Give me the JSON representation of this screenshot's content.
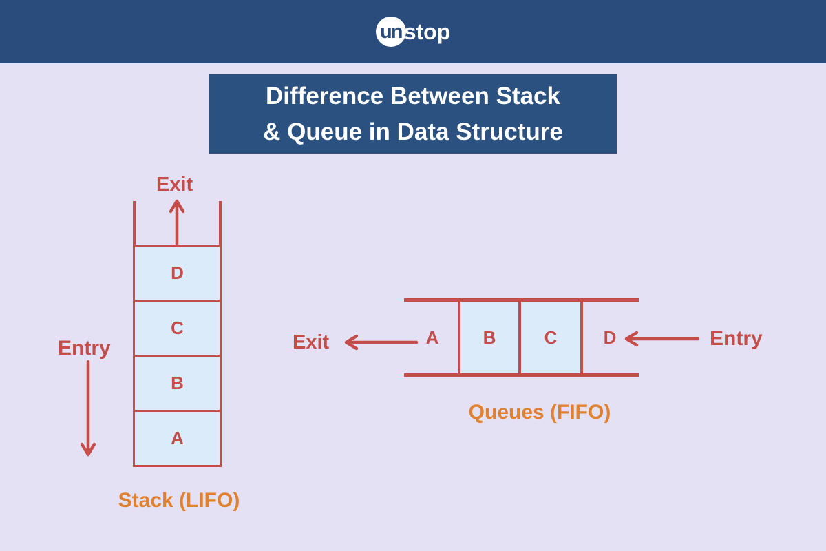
{
  "header": {
    "logo_prefix": "un",
    "logo_suffix": "stop"
  },
  "title": {
    "line1": "Difference Between Stack",
    "line2": "& Queue in Data Structure"
  },
  "stack": {
    "exit_label": "Exit",
    "entry_label": "Entry",
    "caption": "Stack (LIFO)",
    "cells": [
      {
        "letter": "D"
      },
      {
        "letter": "C"
      },
      {
        "letter": "B"
      },
      {
        "letter": "A"
      }
    ]
  },
  "queue": {
    "exit_label": "Exit",
    "entry_label": "Entry",
    "caption": "Queues (FIFO)",
    "slots": [
      {
        "letter": "A"
      },
      {
        "letter": "B"
      },
      {
        "letter": "C"
      },
      {
        "letter": "D"
      }
    ]
  },
  "colors": {
    "header_blue": "#2a4c7d",
    "banner_blue": "#2b5181",
    "background_lavender": "#e5e1f5",
    "diagram_red": "#c44d4a",
    "cell_fill_blue": "#dcebf9",
    "caption_orange": "#e0812f",
    "text_white": "#ffffff"
  }
}
